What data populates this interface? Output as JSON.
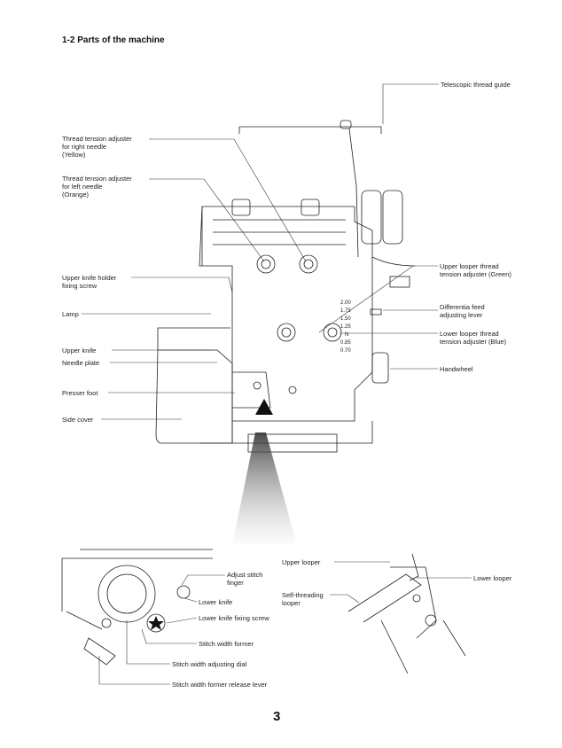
{
  "section_title": "1-2  Parts of the machine",
  "page_number": "3",
  "labels": {
    "telescopic_thread_guide": "Telescopic thread guide",
    "thread_tension_right": "Thread tension adjuster\nfor right needle\n(Yellow)",
    "thread_tension_left": "Thread tension adjuster\nfor left needle\n(Orange)",
    "upper_knife_holder": "Upper knife holder\nfixing screw",
    "lamp": "Lamp",
    "upper_knife": "Upper knife",
    "needle_plate": "Needle plate",
    "presser_foot": "Presser foot",
    "side_cover": "Side cover",
    "upper_looper_tension": "Upper looper thread\ntension adjuster (Green)",
    "differential_feed": "Differentia feed\nadjusting lever",
    "lower_looper_tension": "Lower looper thread\ntension adjuster (Blue)",
    "handwheel": "Handwheel",
    "adjust_stitch_finger": "Adjust stitch\nfinger",
    "lower_knife": "Lower knife",
    "lower_knife_fixing_screw": "Lower knife fixing screw",
    "stitch_width_former": "Stitch width former",
    "stitch_width_dial": "Stitch width adjusting dial",
    "stitch_width_release": "Stitch width former release lever",
    "upper_looper": "Upper looper",
    "lower_looper": "Lower looper",
    "self_threading_looper": "Self-threading\nlooper"
  },
  "scale_marks": [
    "2.00",
    "1.75",
    "1.50",
    "1.25",
    "N",
    "0.85",
    "0.70"
  ]
}
